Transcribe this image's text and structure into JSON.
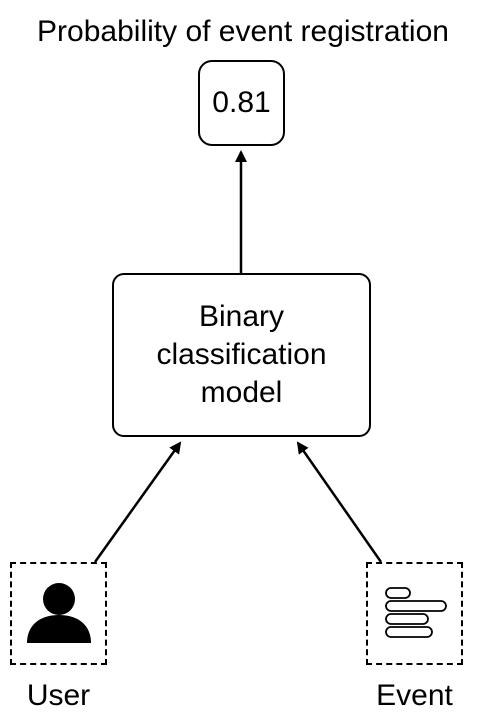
{
  "title": "Probability of event registration",
  "output": {
    "value": "0.81"
  },
  "model": {
    "line1": "Binary",
    "line2": "classification",
    "line3": "model"
  },
  "inputs": {
    "user": {
      "label": "User",
      "icon": "person-icon"
    },
    "event": {
      "label": "Event",
      "icon": "list-bars-icon"
    }
  }
}
